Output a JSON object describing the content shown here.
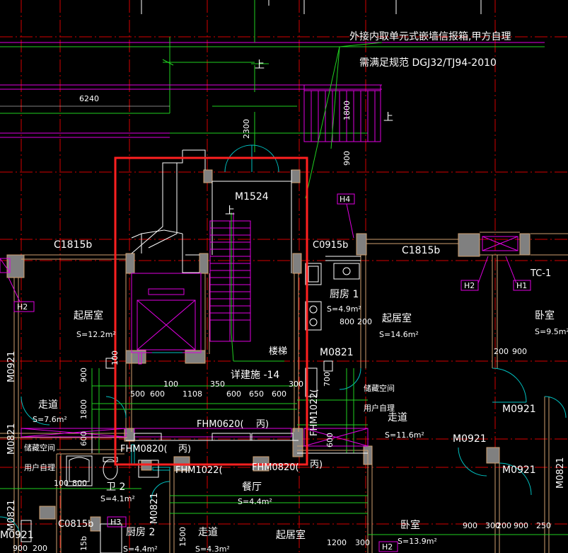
{
  "colors": {
    "background": "#000000",
    "axis_red": "#d40000",
    "magenta": "#e000e0",
    "green": "#20d020",
    "cyan": "#00c0c0",
    "wall_fill": "#808080",
    "wall_edge": "#d0a070",
    "selection": "#ff2020",
    "text": "#ffffff",
    "tag_stroke": "#e000e0"
  },
  "annotations": {
    "note_line1": "外接内取单元式嵌墙信报箱,甲方自理",
    "note_line2": "需满足规范  DGJ32/TJ94-2010",
    "up1": "上",
    "up2": "上",
    "up3": "上"
  },
  "dimensions": {
    "d6240": "6240",
    "d2300": "2300",
    "d1800": "1800",
    "d900": "900",
    "row1": [
      "500",
      "600",
      "100",
      "1108",
      "350",
      "600",
      "650",
      "600",
      "300"
    ],
    "d700": "700",
    "d800a": "800",
    "d200a": "200",
    "d200b": "200",
    "d900b": "900",
    "d100": "100",
    "d800b": "800",
    "d1800b": "1800",
    "d900c": "900",
    "d600a": "600",
    "d600b": "600",
    "d100b": "100",
    "bottom_right": [
      "900",
      "300",
      "200",
      "900",
      "250"
    ],
    "bottom_mid": [
      "1200",
      "300"
    ],
    "bottom_left": [
      "900",
      "200"
    ],
    "d1500": "1500",
    "d15b": "15b"
  },
  "labels": {
    "door_m1524": "M1524",
    "window_c1815b_left": "C1815b",
    "window_c0915b": "C0915b",
    "window_c1815b_right": "C1815b",
    "tag_h4": "H4",
    "tag_h2_left": "H2",
    "tag_h2_right": "H2",
    "tag_h1": "H1",
    "tag_h3": "H3",
    "tag_h2_bottom": "H2",
    "tc1": "TC-1",
    "living_left": "起居室",
    "living_left_area": "S=12.2m²",
    "kitchen1": "厨房 1",
    "kitchen1_area": "S=4.9m²",
    "living_right": "起居室",
    "living_right_area": "S=14.6m²",
    "bedroom_right": "卧室",
    "bedroom_right_area": "S=9.5m²",
    "stairs": "楼梯",
    "stairs_ref": "详建施 -14",
    "door_m0821_center": "M0821",
    "door_m0921_left": "M0921",
    "corridor_left": "走道",
    "corridor_left_area": "S=7.6m²",
    "door_m0821_left": "M0821",
    "storage_left": "储藏空间",
    "storage_left_note": "用户自理",
    "storage_right": "储藏空间",
    "storage_right_note": "用户自理",
    "corridor_right": "走道",
    "corridor_right_area": "S=11.6m²",
    "door_m0921_right1": "M0921",
    "door_m0921_right2": "M0921",
    "door_m0921_right3": "M0921",
    "fhm0620_top": "FHM0620(",
    "bing1": "丙)",
    "fhm0820_left": "FHM0820(",
    "bing2": "丙)",
    "fhm1022_left": "FHM1022(",
    "fhm0820_right": "FHM0820(",
    "fhm1022_right": "FHM1022(",
    "bing3": "丙)",
    "dining": "餐厅",
    "dining_area": "S=4.4m²",
    "wc2": "卫 2",
    "wc2_area": "S=4.1m²",
    "kitchen2": "厨房 2",
    "kitchen2_area": "S=4.4m²",
    "corridor_bottom": "走道",
    "corridor_bottom_area": "S=4.3m²",
    "living_bottom": "起居室",
    "bedroom_bottom": "卧室",
    "bedroom_bottom_area": "S=13.9m²",
    "window_c0815b": "C0815b",
    "door_m0821_bottomleft": "M0821",
    "door_m0921_bottomleft": "M0921",
    "door_m0821_vertical": "M0821",
    "door_m0821_far_right": "M0821"
  }
}
